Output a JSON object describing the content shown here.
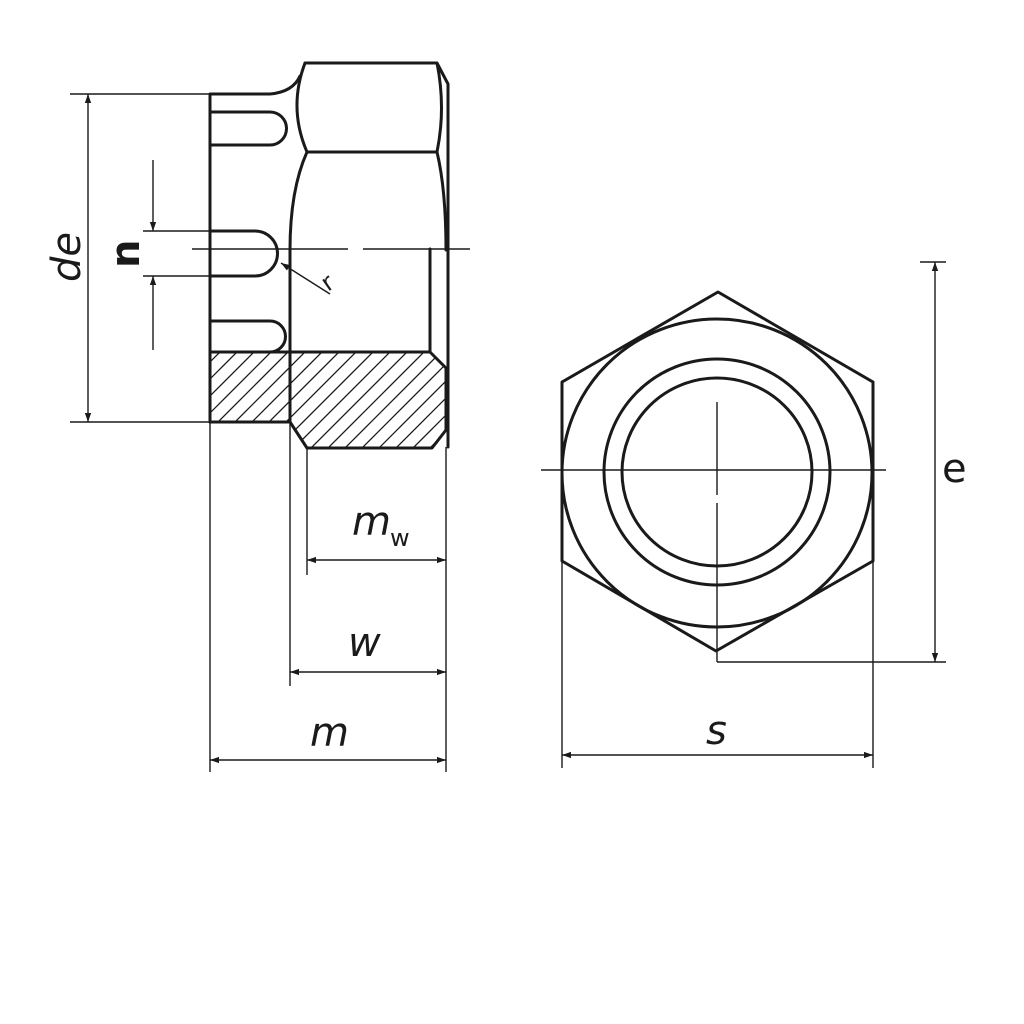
{
  "drawing": {
    "title": "Prevailing torque hexagon nut with slotted collar",
    "colors": {
      "line": "#1a1a1a",
      "background": "#ffffff"
    },
    "side_view_labels": {
      "de": "de",
      "n": "n",
      "r": "r",
      "mw_main": "m",
      "mw_sub": "w",
      "w": "w",
      "m": "m"
    },
    "front_view_labels": {
      "s": "s",
      "e": "e"
    }
  }
}
